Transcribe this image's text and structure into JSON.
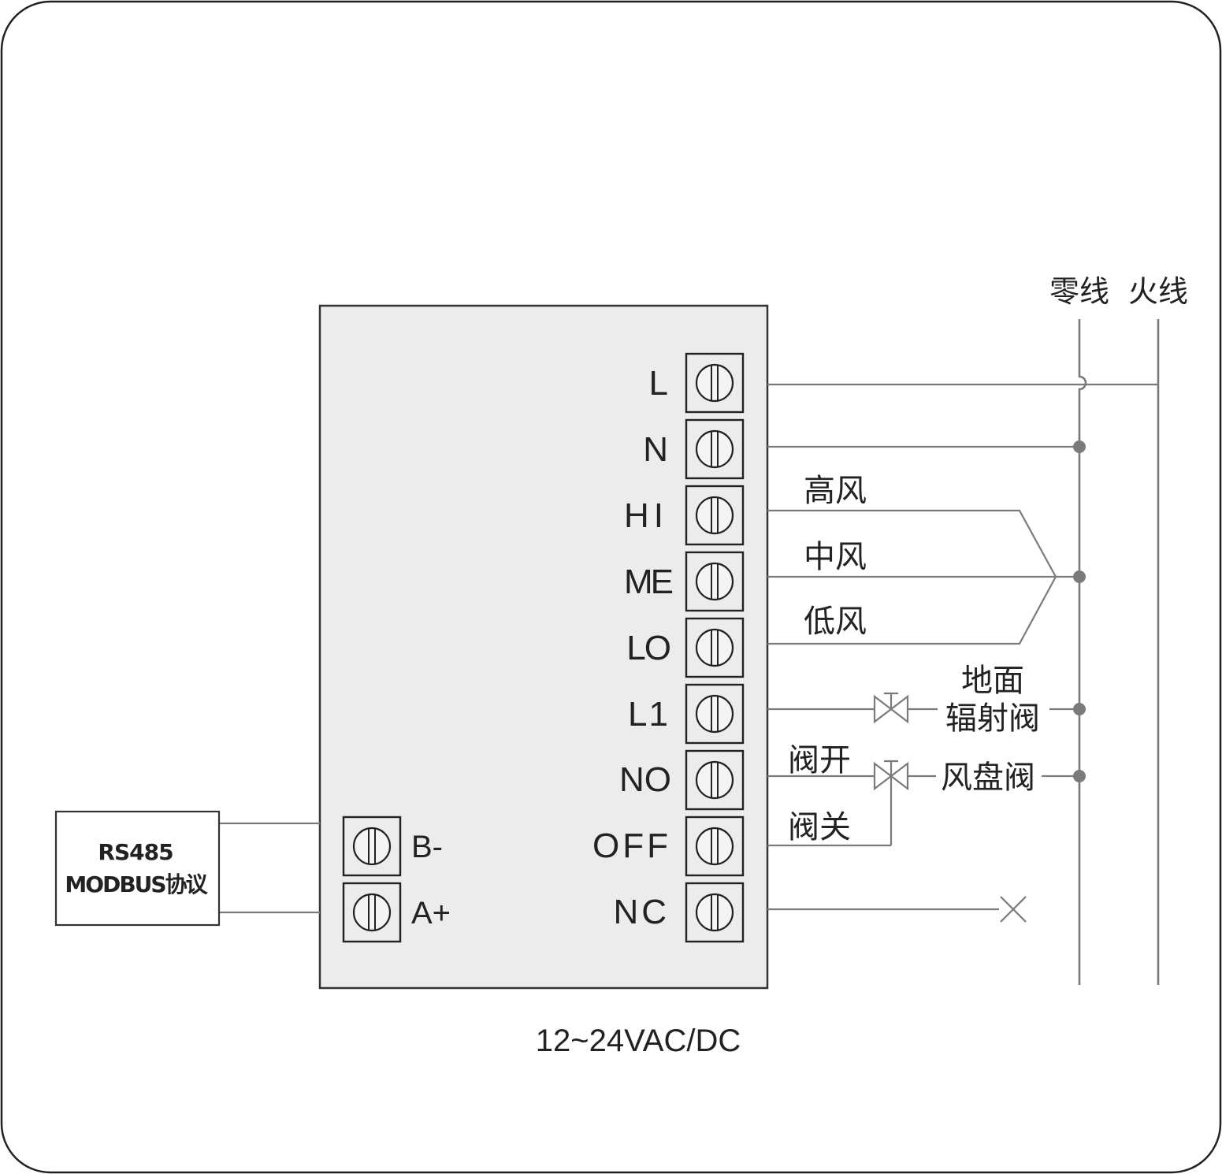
{
  "colors": {
    "frame": "#222222",
    "panel_fill": "#ececec",
    "wire": "#7a7a7a",
    "text": "#222222"
  },
  "bus_labels": {
    "neutral": "零线",
    "live": "火线"
  },
  "right_terminals": [
    "L",
    "N",
    "HI",
    "ME",
    "LO",
    "L1",
    "NO",
    "OFF",
    "NC"
  ],
  "left_terminals": [
    "B-",
    "A+"
  ],
  "fan_speed_labels": {
    "high": "高风",
    "medium": "中风",
    "low": "低风"
  },
  "floor_valve_label": [
    "地面",
    "辐射阀"
  ],
  "valve_open_label": "阀开",
  "valve_close_label": "阀关",
  "fan_coil_valve_label": "风盘阀",
  "modbus_box": {
    "line1": "RS485",
    "line2": "MODBUS协议"
  },
  "supply_voltage": "12~24VAC/DC"
}
